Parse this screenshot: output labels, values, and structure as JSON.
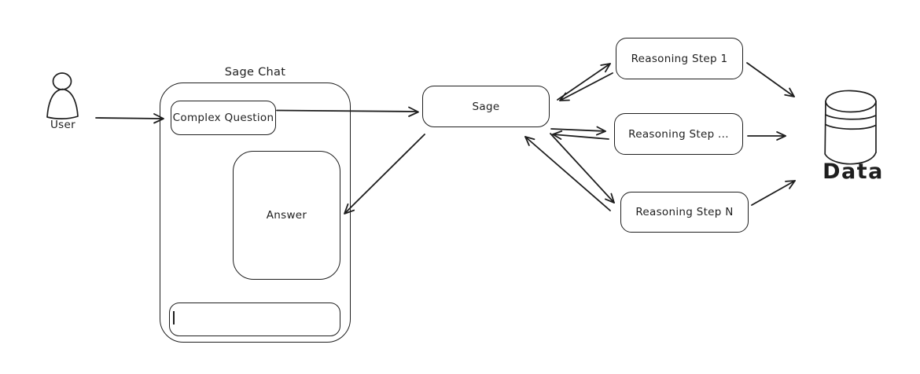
{
  "colors": {
    "stroke": "#1e1e1e",
    "background": "#ffffff"
  },
  "diagram": {
    "user": {
      "label": "User"
    },
    "sage_chat": {
      "title": "Sage Chat",
      "complex_question_label": "Complex Question",
      "answer_label": "Answer",
      "input_value": ""
    },
    "sage": {
      "label": "Sage"
    },
    "reasoning_steps": [
      {
        "label": "Reasoning Step 1"
      },
      {
        "label": "Reasoning Step ..."
      },
      {
        "label": "Reasoning Step N"
      }
    ],
    "data_store": {
      "label": "Data"
    },
    "connections": [
      {
        "from": "User",
        "to": "Sage Chat",
        "type": "arrow"
      },
      {
        "from": "Complex Question",
        "to": "Sage",
        "type": "arrow"
      },
      {
        "from": "Sage",
        "to": "Answer",
        "type": "arrow"
      },
      {
        "from": "Sage",
        "to": "Reasoning Step 1",
        "type": "bidirectional"
      },
      {
        "from": "Sage",
        "to": "Reasoning Step ...",
        "type": "bidirectional"
      },
      {
        "from": "Sage",
        "to": "Reasoning Step N",
        "type": "bidirectional"
      },
      {
        "from": "Reasoning Step 1",
        "to": "Data",
        "type": "arrow"
      },
      {
        "from": "Reasoning Step ...",
        "to": "Data",
        "type": "arrow"
      },
      {
        "from": "Reasoning Step N",
        "to": "Data",
        "type": "arrow"
      }
    ]
  }
}
